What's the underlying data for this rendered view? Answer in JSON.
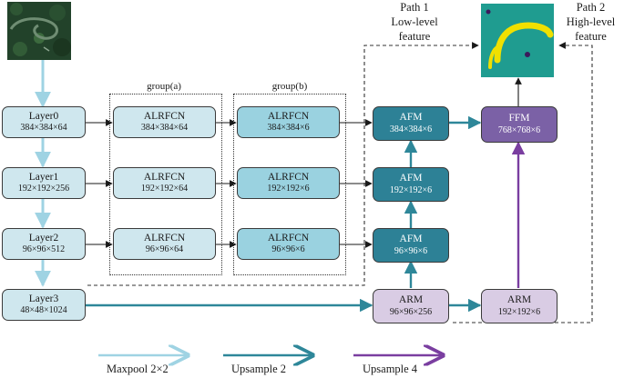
{
  "groups": {
    "a": "group(a)",
    "b": "group(b)"
  },
  "layers": [
    {
      "name": "Layer0",
      "dim": "384×384×64"
    },
    {
      "name": "Layer1",
      "dim": "192×192×256"
    },
    {
      "name": "Layer2",
      "dim": "96×96×512"
    },
    {
      "name": "Layer3",
      "dim": "48×48×1024"
    }
  ],
  "group_a": [
    {
      "name": "ALRFCN",
      "dim": "384×384×64"
    },
    {
      "name": "ALRFCN",
      "dim": "192×192×64"
    },
    {
      "name": "ALRFCN",
      "dim": "96×96×64"
    }
  ],
  "group_b": [
    {
      "name": "ALRFCN",
      "dim": "384×384×6"
    },
    {
      "name": "ALRFCN",
      "dim": "192×192×6"
    },
    {
      "name": "ALRFCN",
      "dim": "96×96×6"
    }
  ],
  "afm": [
    {
      "name": "AFM",
      "dim": "384×384×6"
    },
    {
      "name": "AFM",
      "dim": "192×192×6"
    },
    {
      "name": "AFM",
      "dim": "96×96×6"
    }
  ],
  "arm": [
    {
      "name": "ARM",
      "dim": "96×96×256"
    },
    {
      "name": "ARM",
      "dim": "192×192×6"
    }
  ],
  "ffm": {
    "name": "FFM",
    "dim": "768×768×6"
  },
  "path1": {
    "line1": "Path 1",
    "line2": "Low-level",
    "line3": "feature"
  },
  "path2": {
    "line1": "Path 2",
    "line2": "High-level",
    "line3": "feature"
  },
  "legend": {
    "maxpool": "Maxpool 2×2",
    "up2": "Upsample 2",
    "up4": "Upsample 4"
  },
  "colors": {
    "maxpool": "#9fd3e3",
    "up2": "#2e8799",
    "up4": "#7a3ea0",
    "black": "#1a1a1a"
  }
}
